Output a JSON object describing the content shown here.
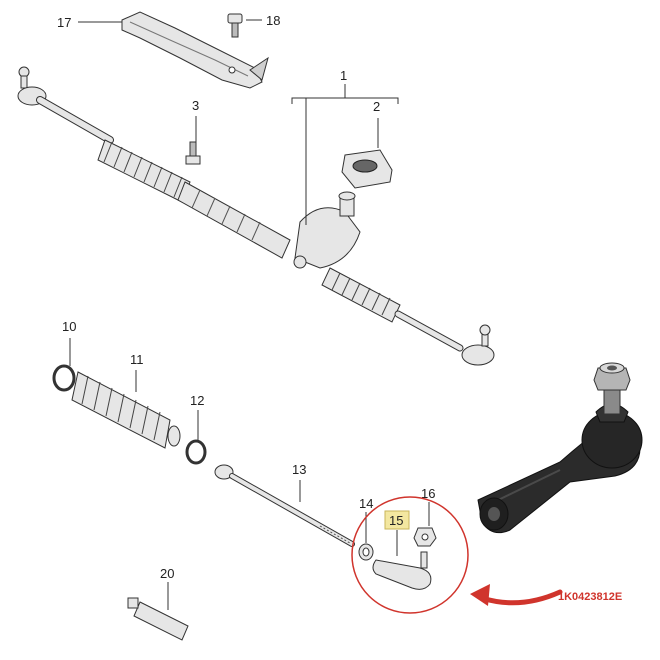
{
  "callouts": {
    "c1": "1",
    "c2": "2",
    "c3": "3",
    "c10": "10",
    "c11": "11",
    "c12": "12",
    "c13": "13",
    "c14": "14",
    "c15": "15",
    "c16": "16",
    "c17": "17",
    "c18": "18",
    "c20": "20"
  },
  "part_number": "1K0423812E",
  "colors": {
    "highlight_circle": "#d0342c",
    "arrow": "#d0342c",
    "callout_15_box": "#f3e7a0",
    "part_code": "#d0342c"
  }
}
